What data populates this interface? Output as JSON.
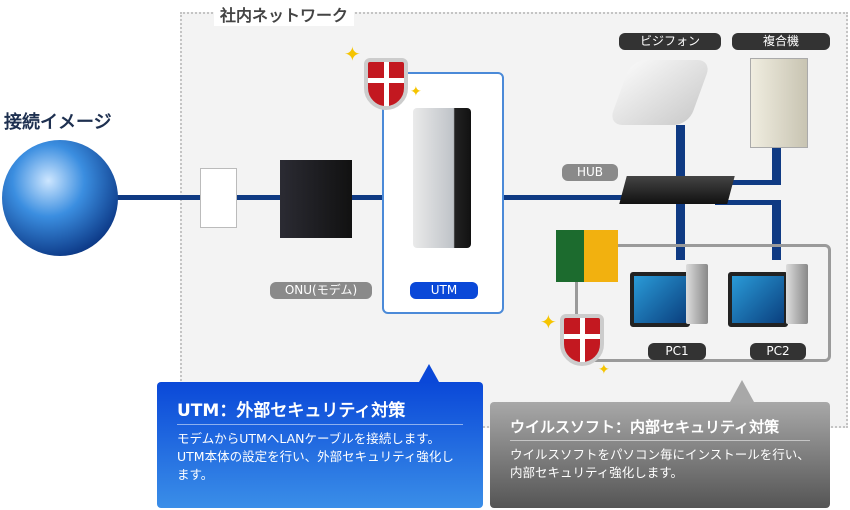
{
  "diagram_title": "接続イメージ",
  "network_title": "社内ネットワーク",
  "labels": {
    "onu": "ONU(モデム)",
    "utm": "UTM",
    "hub": "HUB",
    "phone": "ビジフォン",
    "mfp": "複合機",
    "pc1": "PC1",
    "pc2": "PC2"
  },
  "callouts": {
    "utm": {
      "title": "UTM：外部セキュリティ対策",
      "body": "モデムからUTMへLANケーブルを接続します。UTM本体の設定を行い、外部セキュリティ強化します。"
    },
    "antivirus": {
      "title": "ウイルスソフト：内部セキュリティ対策",
      "body": "ウイルスソフトをパソコン毎にインストールを行い、内部セキュリティ強化します。"
    }
  },
  "colors": {
    "cable": "#0f3a83",
    "utm_accent": "#0a48d8",
    "av_accent": "#8a8a8a"
  }
}
